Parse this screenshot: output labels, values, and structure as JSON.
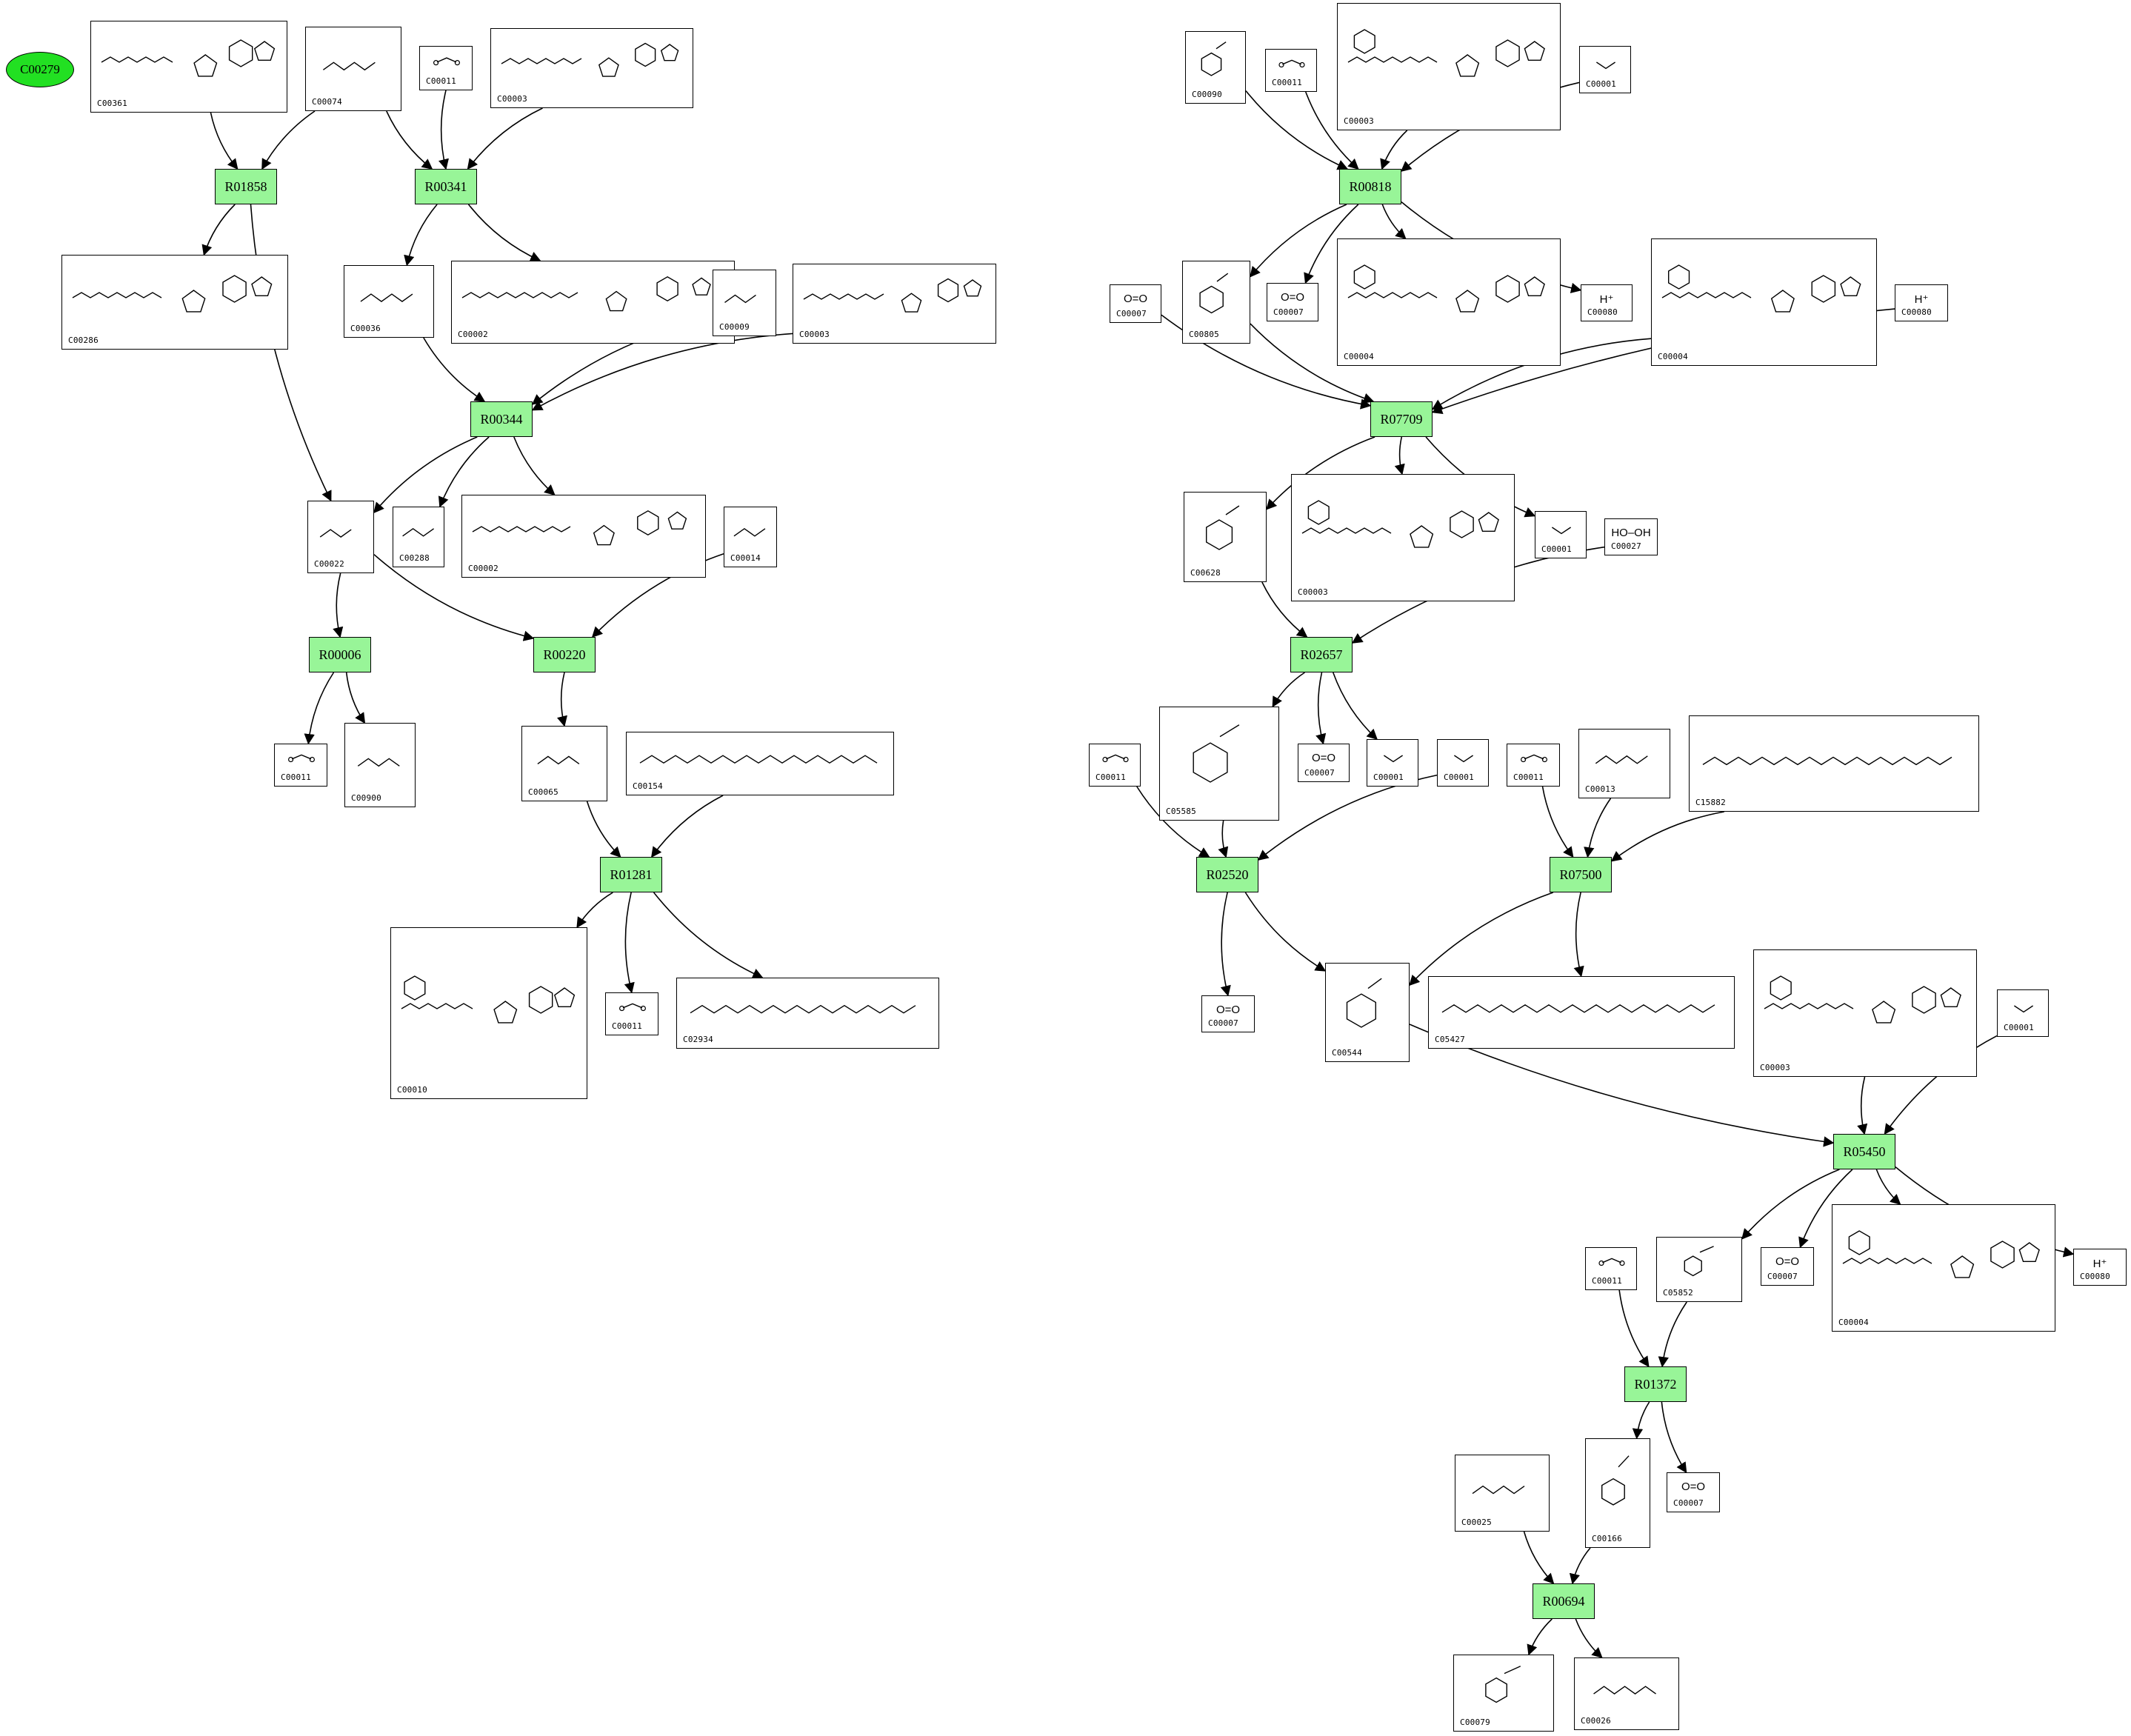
{
  "root": {
    "id": "root",
    "label": "C00279"
  },
  "reactions": [
    {
      "id": "R01858",
      "label": "R01858"
    },
    {
      "id": "R00341",
      "label": "R00341"
    },
    {
      "id": "R00344",
      "label": "R00344"
    },
    {
      "id": "R00006",
      "label": "R00006"
    },
    {
      "id": "R00220",
      "label": "R00220"
    },
    {
      "id": "R01281",
      "label": "R01281"
    },
    {
      "id": "R00818",
      "label": "R00818"
    },
    {
      "id": "R07709",
      "label": "R07709"
    },
    {
      "id": "R02657",
      "label": "R02657"
    },
    {
      "id": "R02520",
      "label": "R02520"
    },
    {
      "id": "R07500",
      "label": "R07500"
    },
    {
      "id": "R05450",
      "label": "R05450"
    },
    {
      "id": "R01372",
      "label": "R01372"
    },
    {
      "id": "R00694",
      "label": "R00694"
    }
  ],
  "compounds": [
    {
      "id": "L_C00361",
      "label": "C00361",
      "kind": "nucleotide"
    },
    {
      "id": "L_C00074",
      "label": "C00074",
      "kind": "small"
    },
    {
      "id": "L_C00011a",
      "label": "C00011",
      "kind": "co2"
    },
    {
      "id": "L_C00003a",
      "label": "C00003",
      "kind": "nucleotide"
    },
    {
      "id": "L_C00286",
      "label": "C00286",
      "kind": "nucleotide"
    },
    {
      "id": "L_C00036",
      "label": "C00036",
      "kind": "small"
    },
    {
      "id": "L_C00002a",
      "label": "C00002",
      "kind": "nucleotide"
    },
    {
      "id": "L_C00009",
      "label": "C00009",
      "kind": "small"
    },
    {
      "id": "L_C00003b",
      "label": "C00003",
      "kind": "nucleotide"
    },
    {
      "id": "L_C00022",
      "label": "C00022",
      "kind": "small"
    },
    {
      "id": "L_C00288",
      "label": "C00288",
      "kind": "small"
    },
    {
      "id": "L_C00002b",
      "label": "C00002",
      "kind": "nucleotide"
    },
    {
      "id": "L_C00014",
      "label": "C00014",
      "kind": "small"
    },
    {
      "id": "L_C00011b",
      "label": "C00011",
      "kind": "co2"
    },
    {
      "id": "L_C00900",
      "label": "C00900",
      "kind": "small"
    },
    {
      "id": "L_C00065",
      "label": "C00065",
      "kind": "small"
    },
    {
      "id": "L_C00154",
      "label": "C00154",
      "kind": "chain"
    },
    {
      "id": "L_C00010",
      "label": "C00010",
      "kind": "coa"
    },
    {
      "id": "L_C00011c",
      "label": "C00011",
      "kind": "co2"
    },
    {
      "id": "L_C02934",
      "label": "C02934",
      "kind": "chain"
    },
    {
      "id": "R_C00090",
      "label": "C00090",
      "kind": "ring"
    },
    {
      "id": "R_C00011a",
      "label": "C00011",
      "kind": "co2"
    },
    {
      "id": "R_C00003a",
      "label": "C00003",
      "kind": "nad"
    },
    {
      "id": "R_C00001a",
      "label": "C00001",
      "kind": "water"
    },
    {
      "id": "R_C00007a",
      "label": "C00007",
      "kind": "o2"
    },
    {
      "id": "R_C00805",
      "label": "C00805",
      "kind": "ring"
    },
    {
      "id": "R_C00007b",
      "label": "C00007",
      "kind": "o2"
    },
    {
      "id": "R_C00004a",
      "label": "C00004",
      "kind": "nad"
    },
    {
      "id": "R_C00080a",
      "label": "C00080",
      "kind": "proton"
    },
    {
      "id": "R_C00004b",
      "label": "C00004",
      "kind": "nad"
    },
    {
      "id": "R_C00080b",
      "label": "C00080",
      "kind": "proton"
    },
    {
      "id": "R_C00628",
      "label": "C00628",
      "kind": "ring"
    },
    {
      "id": "R_C00003b",
      "label": "C00003",
      "kind": "nad"
    },
    {
      "id": "R_C00001b",
      "label": "C00001",
      "kind": "water"
    },
    {
      "id": "R_C00027",
      "label": "C00027",
      "kind": "peroxide"
    },
    {
      "id": "R_C00011b",
      "label": "C00011",
      "kind": "co2"
    },
    {
      "id": "R_C05585",
      "label": "C05585",
      "kind": "ring"
    },
    {
      "id": "R_C00007c",
      "label": "C00007",
      "kind": "o2"
    },
    {
      "id": "R_C00001c",
      "label": "C00001",
      "kind": "water"
    },
    {
      "id": "R_C00001d",
      "label": "C00001",
      "kind": "water"
    },
    {
      "id": "R_C00011c",
      "label": "C00011",
      "kind": "co2"
    },
    {
      "id": "R_C00013",
      "label": "C00013",
      "kind": "small"
    },
    {
      "id": "R_C15882",
      "label": "C15882",
      "kind": "chain"
    },
    {
      "id": "R_C00007d",
      "label": "C00007",
      "kind": "o2"
    },
    {
      "id": "R_C00544",
      "label": "C00544",
      "kind": "ring"
    },
    {
      "id": "R_C05427",
      "label": "C05427",
      "kind": "chain"
    },
    {
      "id": "R_C00003c",
      "label": "C00003",
      "kind": "nad"
    },
    {
      "id": "R_C00001e",
      "label": "C00001",
      "kind": "water"
    },
    {
      "id": "R_C00011d",
      "label": "C00011",
      "kind": "co2"
    },
    {
      "id": "R_C05852",
      "label": "C05852",
      "kind": "ring"
    },
    {
      "id": "R_C00007e",
      "label": "C00007",
      "kind": "o2"
    },
    {
      "id": "R_C00004c",
      "label": "C00004",
      "kind": "nad"
    },
    {
      "id": "R_C00080c",
      "label": "C00080",
      "kind": "proton"
    },
    {
      "id": "R_C00025",
      "label": "C00025",
      "kind": "small"
    },
    {
      "id": "R_C00166",
      "label": "C00166",
      "kind": "ring"
    },
    {
      "id": "R_C00007f",
      "label": "C00007",
      "kind": "o2"
    },
    {
      "id": "R_C00079",
      "label": "C00079",
      "kind": "ring"
    },
    {
      "id": "R_C00026",
      "label": "C00026",
      "kind": "small"
    }
  ],
  "formulas": {
    "o2": "O=O",
    "proton": "H⁺",
    "peroxide": "HO–OH"
  },
  "edges": [
    [
      "L_C00361",
      "R01858"
    ],
    [
      "L_C00074",
      "R01858"
    ],
    [
      "R01858",
      "L_C00286"
    ],
    [
      "R01858",
      "L_C00022"
    ],
    [
      "L_C00074",
      "R00341"
    ],
    [
      "L_C00011a",
      "R00341"
    ],
    [
      "L_C00003a",
      "R00341"
    ],
    [
      "R00341",
      "L_C00036"
    ],
    [
      "R00341",
      "L_C00002a"
    ],
    [
      "L_C00036",
      "R00344"
    ],
    [
      "L_C00009",
      "R00344"
    ],
    [
      "L_C00003b",
      "R00344"
    ],
    [
      "R00344",
      "L_C00022"
    ],
    [
      "R00344",
      "L_C00288"
    ],
    [
      "R00344",
      "L_C00002b"
    ],
    [
      "L_C00022",
      "R00006"
    ],
    [
      "R00006",
      "L_C00011b"
    ],
    [
      "R00006",
      "L_C00900"
    ],
    [
      "L_C00022",
      "R00220"
    ],
    [
      "L_C00014",
      "R00220"
    ],
    [
      "R00220",
      "L_C00065"
    ],
    [
      "L_C00065",
      "R01281"
    ],
    [
      "L_C00154",
      "R01281"
    ],
    [
      "R01281",
      "L_C00010"
    ],
    [
      "R01281",
      "L_C00011c"
    ],
    [
      "R01281",
      "L_C02934"
    ],
    [
      "R_C00090",
      "R00818"
    ],
    [
      "R_C00011a",
      "R00818"
    ],
    [
      "R_C00003a",
      "R00818"
    ],
    [
      "R_C00001a",
      "R00818"
    ],
    [
      "R00818",
      "R_C00805"
    ],
    [
      "R00818",
      "R_C00007b"
    ],
    [
      "R00818",
      "R_C00004a"
    ],
    [
      "R00818",
      "R_C00080a"
    ],
    [
      "R_C00007a",
      "R07709"
    ],
    [
      "R_C00805",
      "R07709"
    ],
    [
      "R_C00004b",
      "R07709"
    ],
    [
      "R_C00080b",
      "R07709"
    ],
    [
      "R07709",
      "R_C00628"
    ],
    [
      "R07709",
      "R_C00003b"
    ],
    [
      "R07709",
      "R_C00001b"
    ],
    [
      "R_C00628",
      "R02657"
    ],
    [
      "R_C00027",
      "R02657"
    ],
    [
      "R02657",
      "R_C05585"
    ],
    [
      "R02657",
      "R_C00007c"
    ],
    [
      "R02657",
      "R_C00001c"
    ],
    [
      "R_C00011b",
      "R02520"
    ],
    [
      "R_C05585",
      "R02520"
    ],
    [
      "R_C00001d",
      "R02520"
    ],
    [
      "R02520",
      "R_C00007d"
    ],
    [
      "R02520",
      "R_C00544"
    ],
    [
      "R_C00011c",
      "R07500"
    ],
    [
      "R_C00013",
      "R07500"
    ],
    [
      "R_C15882",
      "R07500"
    ],
    [
      "R07500",
      "R_C00544"
    ],
    [
      "R07500",
      "R_C05427"
    ],
    [
      "R_C00544",
      "R05450"
    ],
    [
      "R_C00003c",
      "R05450"
    ],
    [
      "R_C00001e",
      "R05450"
    ],
    [
      "R05450",
      "R_C05852"
    ],
    [
      "R05450",
      "R_C00007e"
    ],
    [
      "R05450",
      "R_C00004c"
    ],
    [
      "R05450",
      "R_C00080c"
    ],
    [
      "R_C00011d",
      "R01372"
    ],
    [
      "R_C05852",
      "R01372"
    ],
    [
      "R01372",
      "R_C00166"
    ],
    [
      "R01372",
      "R_C00007f"
    ],
    [
      "R_C00025",
      "R00694"
    ],
    [
      "R_C00166",
      "R00694"
    ],
    [
      "R00694",
      "R_C00079"
    ],
    [
      "R00694",
      "R_C00026"
    ]
  ]
}
